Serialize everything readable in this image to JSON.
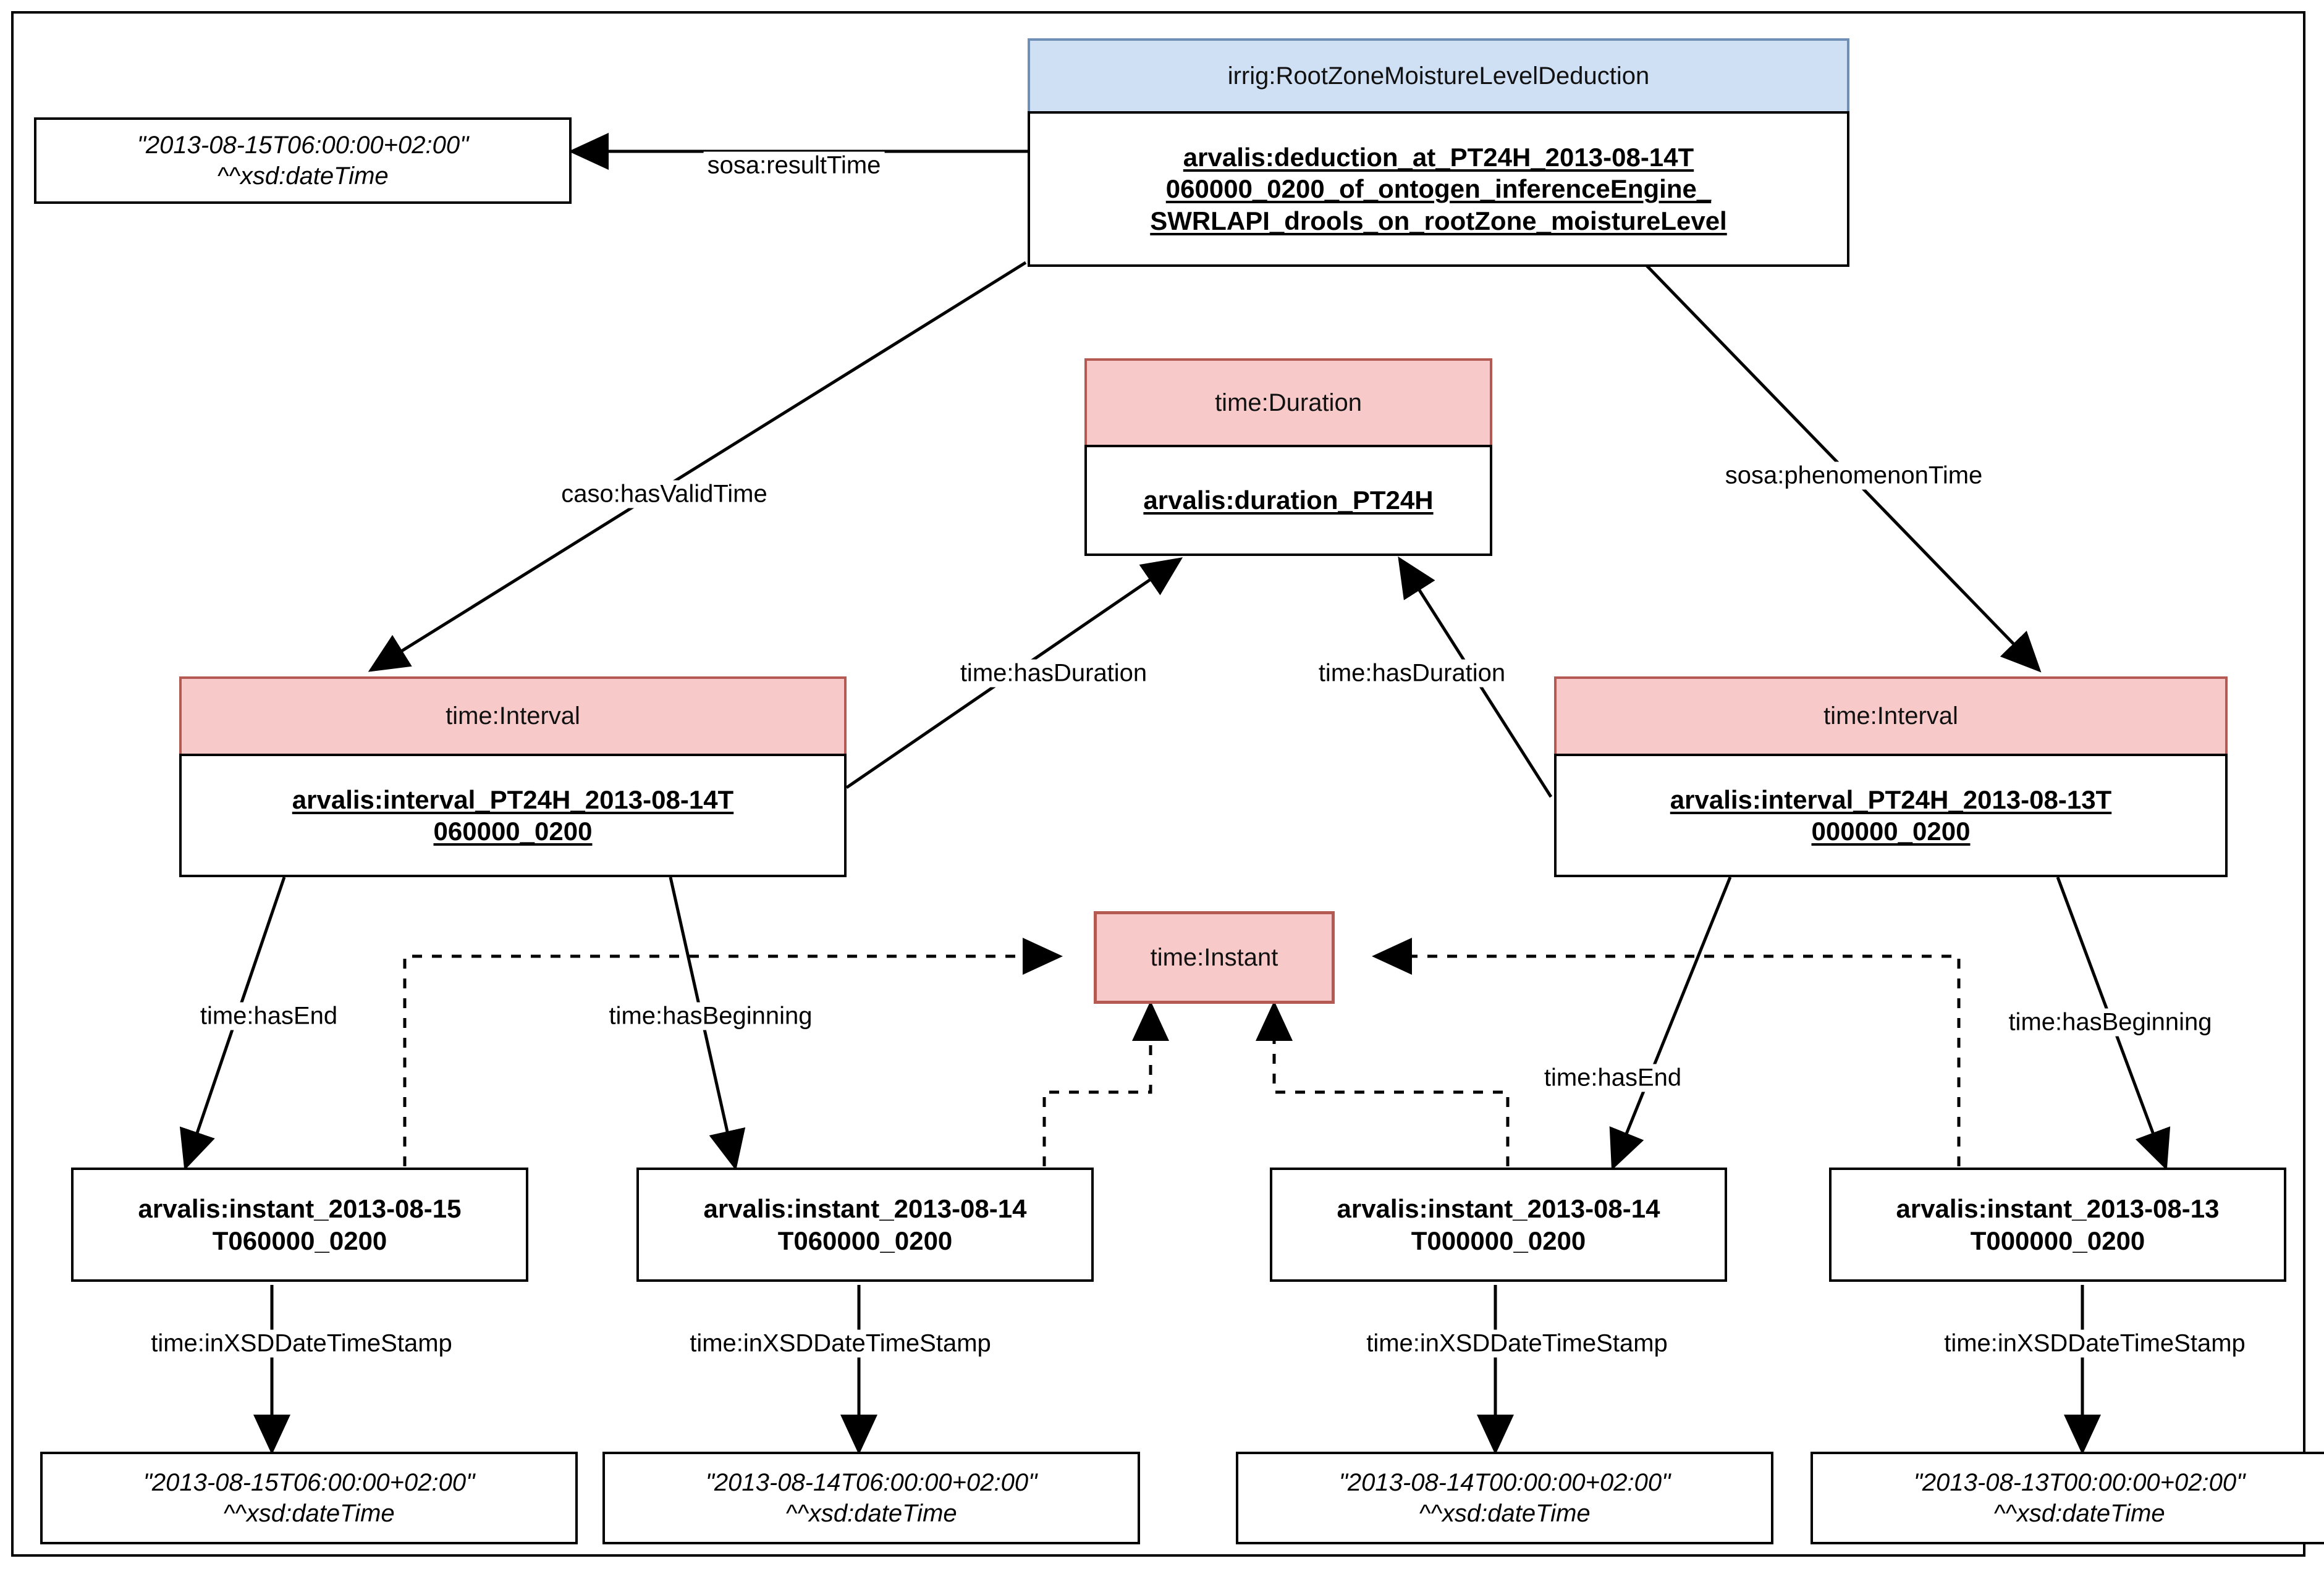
{
  "diagram": {
    "title_node": {
      "type_label": "irrig:RootZoneMoistureLevelDeduction",
      "instance_line1": "arvalis:deduction_at_PT24H_2013-08-14T",
      "instance_line2": "060000_0200_of_ontogen_inferenceEngine_",
      "instance_line3": "SWRLAPI_drools_on_rootZone_moistureLevel"
    },
    "duration_node": {
      "type_label": "time:Duration",
      "instance": "arvalis:duration_PT24H"
    },
    "interval_left": {
      "type_label": "time:Interval",
      "instance_line1": "arvalis:interval_PT24H_2013-08-14T",
      "instance_line2": "060000_0200"
    },
    "interval_right": {
      "type_label": "time:Interval",
      "instance_line1": "arvalis:interval_PT24H_2013-08-13T",
      "instance_line2": "000000_0200"
    },
    "instant_class": {
      "type_label": "time:Instant"
    },
    "instants": [
      {
        "line1": "arvalis:instant_2013-08-15",
        "line2": "T060000_0200"
      },
      {
        "line1": "arvalis:instant_2013-08-14",
        "line2": "T060000_0200"
      },
      {
        "line1": "arvalis:instant_2013-08-14",
        "line2": "T000000_0200"
      },
      {
        "line1": "arvalis:instant_2013-08-13",
        "line2": "T000000_0200"
      }
    ],
    "literals": {
      "result_time": {
        "value": "\"2013-08-15T06:00:00+02:00\"",
        "datatype": "^^xsd:dateTime"
      },
      "bottom": [
        {
          "value": "\"2013-08-15T06:00:00+02:00\"",
          "datatype": "^^xsd:dateTime"
        },
        {
          "value": "\"2013-08-14T06:00:00+02:00\"",
          "datatype": "^^xsd:dateTime"
        },
        {
          "value": "\"2013-08-14T00:00:00+02:00\"",
          "datatype": "^^xsd:dateTime"
        },
        {
          "value": "\"2013-08-13T00:00:00+02:00\"",
          "datatype": "^^xsd:dateTime"
        }
      ]
    },
    "edges": {
      "result_time": "sosa:resultTime",
      "has_valid_time": "caso:hasValidTime",
      "phenomenon_time": "sosa:phenomenonTime",
      "has_duration_left": "time:hasDuration",
      "has_duration_right": "time:hasDuration",
      "has_end_left": "time:hasEnd",
      "has_beginning_left": "time:hasBeginning",
      "has_end_right": "time:hasEnd",
      "has_beginning_right": "time:hasBeginning",
      "stamp_1": "time:inXSDDateTimeStamp",
      "stamp_2": "time:inXSDDateTimeStamp",
      "stamp_3": "time:inXSDDateTimeStamp",
      "stamp_4": "time:inXSDDateTimeStamp"
    },
    "colors": {
      "class_header_pink": "#f7c9c9",
      "class_header_pink_border": "#b55a52",
      "class_header_blue": "#cfe0f5",
      "class_header_blue_border": "#6f8fb5",
      "stroke": "#000000",
      "background": "#ffffff"
    }
  }
}
